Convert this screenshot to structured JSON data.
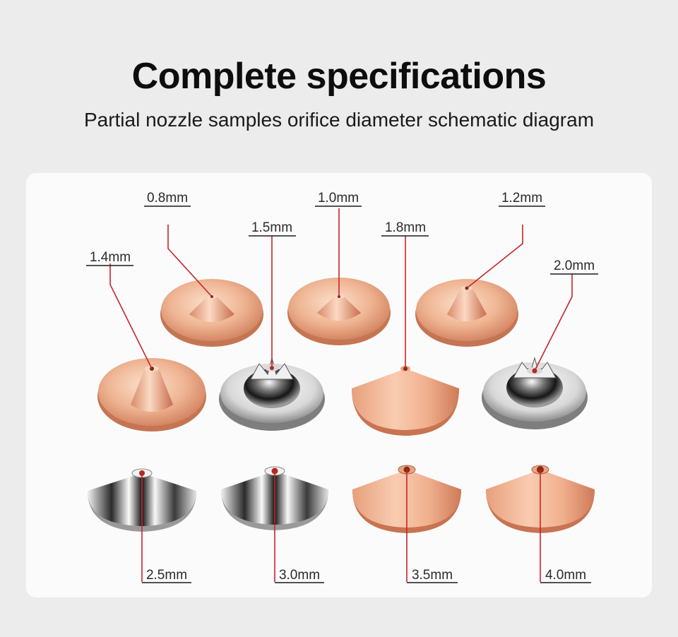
{
  "header": {
    "title": "Complete specifications",
    "subtitle": "Partial nozzle samples orifice diameter schematic diagram"
  },
  "nozzles": [
    {
      "id": "n08",
      "label": "0.8mm",
      "finish": "copper",
      "shape": "single"
    },
    {
      "id": "n10",
      "label": "1.0mm",
      "finish": "copper",
      "shape": "single"
    },
    {
      "id": "n12",
      "label": "1.2mm",
      "finish": "copper",
      "shape": "single"
    },
    {
      "id": "n14",
      "label": "1.4mm",
      "finish": "copper",
      "shape": "single"
    },
    {
      "id": "n15",
      "label": "1.5mm",
      "finish": "chrome",
      "shape": "double"
    },
    {
      "id": "n18",
      "label": "1.8mm",
      "finish": "copper",
      "shape": "cone"
    },
    {
      "id": "n20",
      "label": "2.0mm",
      "finish": "chrome",
      "shape": "double"
    },
    {
      "id": "n25",
      "label": "2.5mm",
      "finish": "chrome",
      "shape": "cone"
    },
    {
      "id": "n30",
      "label": "3.0mm",
      "finish": "chrome",
      "shape": "cone"
    },
    {
      "id": "n35",
      "label": "3.5mm",
      "finish": "copper",
      "shape": "cone"
    },
    {
      "id": "n40",
      "label": "4.0mm",
      "finish": "copper",
      "shape": "cone"
    }
  ],
  "colors": {
    "background": "#ececec",
    "panel": "#fbfbfb",
    "leader_line": "#c8242a",
    "copper_light": "#f7cdb3",
    "copper_dark": "#c9704e",
    "chrome_light": "#f4f4f4",
    "chrome_dark": "#1c1c1c"
  }
}
